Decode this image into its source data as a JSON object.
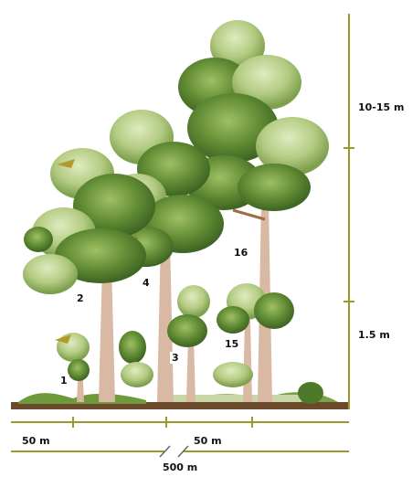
{
  "scale": {
    "height_top": "10-15 m",
    "height_mid": "1.5 m",
    "width_left": "50 m",
    "width_right": "50 m",
    "width_total": "500 m"
  },
  "tree_labels": {
    "t1": "1",
    "t2": "2",
    "t3": "3",
    "t4": "4",
    "t15": "15",
    "t16": "16"
  },
  "colors": {
    "foliage_dark": "#4f7a2c",
    "foliage_mid": "#7da348",
    "foliage_light": "#b8cf86",
    "trunk": "#d9b9a3",
    "ground": "#6b4a2b",
    "scale_line": "#9a9a2a"
  }
}
